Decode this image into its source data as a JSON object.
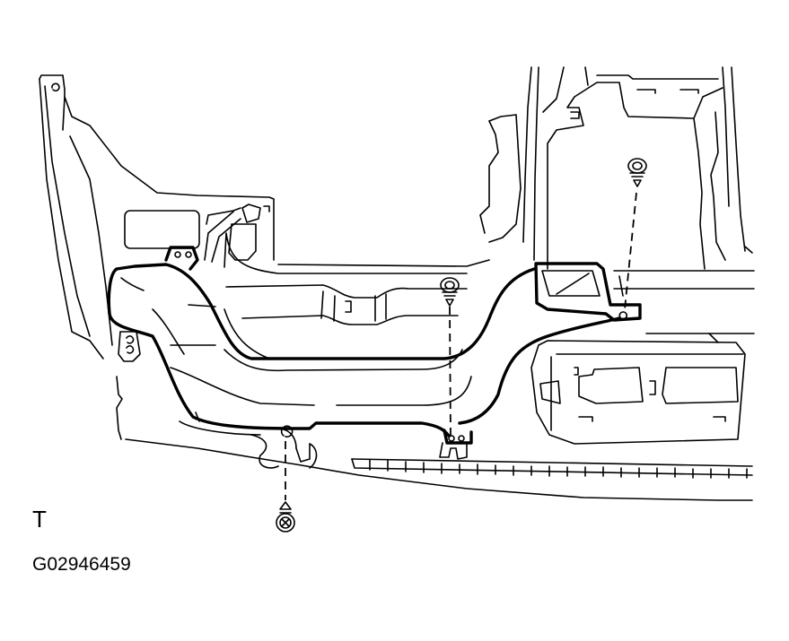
{
  "figure": {
    "view_label": "T",
    "figure_id": "G02946459",
    "subject": "instrument panel duct / lower dash assembly",
    "line_color": "#000000",
    "background_color": "#ffffff"
  },
  "callouts": [
    {
      "name": "screw-lower-left",
      "type": "screw",
      "position": "below duct bracket, lower left"
    },
    {
      "name": "screw-center",
      "type": "screw",
      "position": "center, above duct bracket"
    },
    {
      "name": "screw-right",
      "type": "screw",
      "position": "right, above duct outlet bracket"
    }
  ]
}
